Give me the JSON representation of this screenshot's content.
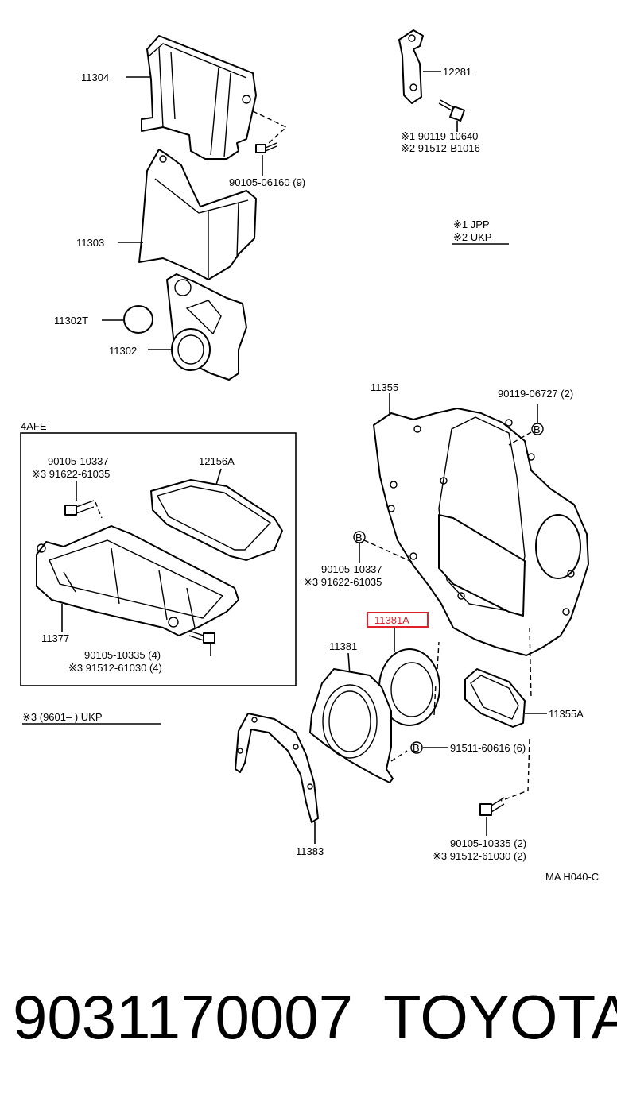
{
  "labels": {
    "l11304": "11304",
    "l12281": "12281",
    "l90119_10640": "※1 90119-10640",
    "l91512_b1016": "※2 91512-B1016",
    "l90105_06160": "90105-06160 (9)",
    "legend_jpp": "※1 JPP",
    "legend_ukp": "※2 UKP",
    "l11303": "11303",
    "l11302t": "11302T",
    "l11302": "11302",
    "l11355": "11355",
    "l90119_06727": "90119-06727 (2)",
    "inset_title": "4AFE",
    "l90105_10337_a": "90105-10337",
    "l91622_61035_a": "※3 91622-61035",
    "l12156a": "12156A",
    "l90105_10337_b": "90105-10337",
    "l91622_61035_b": "※3 91622-61035",
    "l11381a": "11381A",
    "l11377": "11377",
    "l90105_10335_a": "90105-10335 (4)",
    "l91512_61030_a": "※3 91512-61030 (4)",
    "l11381": "11381",
    "l11355a": "11355A",
    "note3": "※3 (9601–        ) UKP",
    "l91511_60616": "91511-60616 (6)",
    "l90105_10335_b": "90105-10335 (2)",
    "l91512_61030_b": "※3 91512-61030 (2)",
    "l11383": "11383",
    "drawing_code": "MA H040-C",
    "marker_b": "B"
  },
  "highlight_color": "#e0202a",
  "footer": {
    "part_number": "9031170007",
    "brand": "TOYOTA"
  }
}
